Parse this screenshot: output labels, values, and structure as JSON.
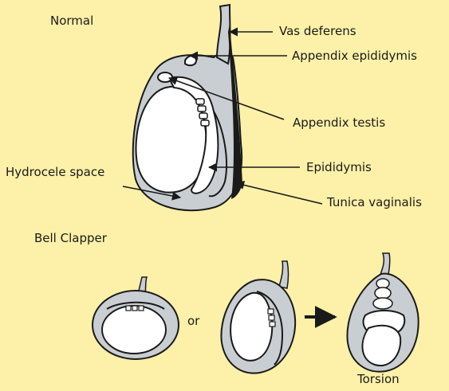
{
  "colors": {
    "background": "#fdf0a8",
    "tunica_fill": "#c9ced3",
    "testis_fill": "#ffffff",
    "outline": "#1a1a1a"
  },
  "labels": {
    "normal": "Normal",
    "vas_deferens": "Vas deferens",
    "appendix_epididymis": "Appendix epididymis",
    "appendix_testis": "Appendix testis",
    "epididymis": "Epididymis",
    "hydrocele_space": "Hydrocele space",
    "tunica_vaginalis": "Tunica vaginalis",
    "bell_clapper": "Bell Clapper",
    "or": "or",
    "torsion": "Torsion"
  }
}
